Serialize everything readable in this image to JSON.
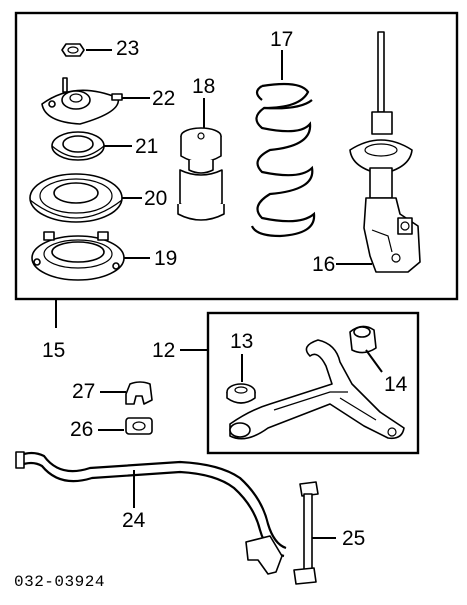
{
  "labels": {
    "p12": "12",
    "p13": "13",
    "p14": "14",
    "p15": "15",
    "p16": "16",
    "p17": "17",
    "p18": "18",
    "p19": "19",
    "p20": "20",
    "p21": "21",
    "p22": "22",
    "p23": "23",
    "p24": "24",
    "p25": "25",
    "p26": "26",
    "p27": "27"
  },
  "diagram_code": "032-03924"
}
